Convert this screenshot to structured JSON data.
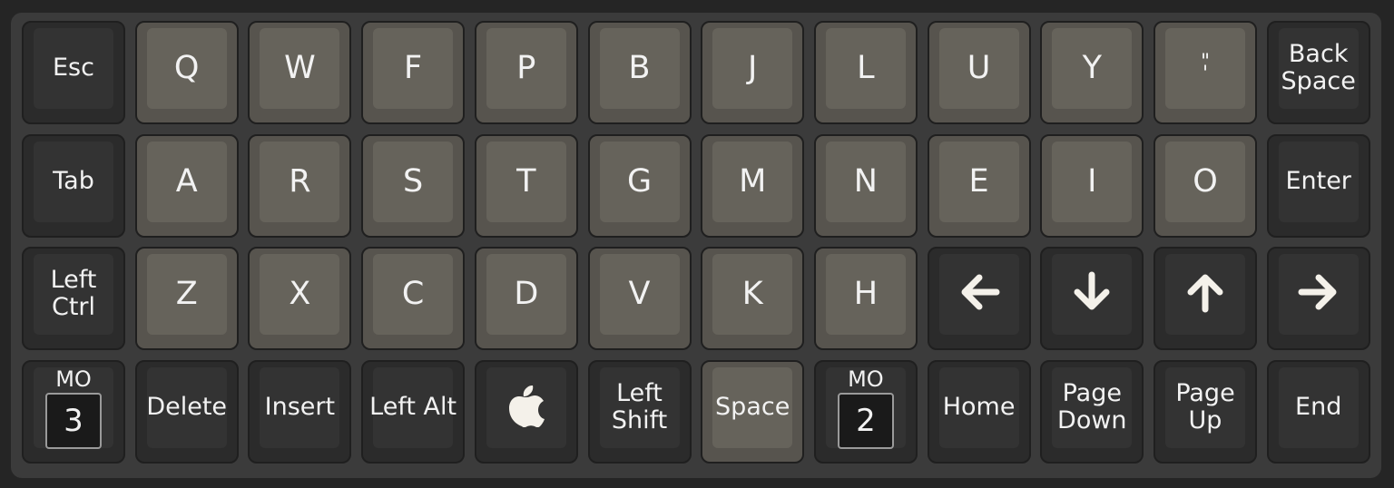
{
  "keyboard": {
    "rows": [
      [
        {
          "label": "Esc",
          "kind": "dark"
        },
        {
          "label": "Q",
          "kind": "alpha"
        },
        {
          "label": "W",
          "kind": "alpha"
        },
        {
          "label": "F",
          "kind": "alpha"
        },
        {
          "label": "P",
          "kind": "alpha"
        },
        {
          "label": "B",
          "kind": "alpha"
        },
        {
          "label": "J",
          "kind": "alpha"
        },
        {
          "label": "L",
          "kind": "alpha"
        },
        {
          "label": "U",
          "kind": "alpha"
        },
        {
          "label": "Y",
          "kind": "alpha"
        },
        {
          "label": "\"\n'",
          "kind": "quote"
        },
        {
          "label": "Back\nSpace",
          "kind": "dark"
        }
      ],
      [
        {
          "label": "Tab",
          "kind": "dark"
        },
        {
          "label": "A",
          "kind": "alpha"
        },
        {
          "label": "R",
          "kind": "alpha"
        },
        {
          "label": "S",
          "kind": "alpha"
        },
        {
          "label": "T",
          "kind": "alpha"
        },
        {
          "label": "G",
          "kind": "alpha"
        },
        {
          "label": "M",
          "kind": "alpha"
        },
        {
          "label": "N",
          "kind": "alpha"
        },
        {
          "label": "E",
          "kind": "alpha"
        },
        {
          "label": "I",
          "kind": "alpha"
        },
        {
          "label": "O",
          "kind": "alpha"
        },
        {
          "label": "Enter",
          "kind": "dark"
        }
      ],
      [
        {
          "label": "Left\nCtrl",
          "kind": "dark"
        },
        {
          "label": "Z",
          "kind": "alpha"
        },
        {
          "label": "X",
          "kind": "alpha"
        },
        {
          "label": "C",
          "kind": "alpha"
        },
        {
          "label": "D",
          "kind": "alpha"
        },
        {
          "label": "V",
          "kind": "alpha"
        },
        {
          "label": "K",
          "kind": "alpha"
        },
        {
          "label": "H",
          "kind": "alpha"
        },
        {
          "icon": "arrow-left-icon",
          "kind": "dark"
        },
        {
          "icon": "arrow-down-icon",
          "kind": "dark"
        },
        {
          "icon": "arrow-up-icon",
          "kind": "dark"
        },
        {
          "icon": "arrow-right-icon",
          "kind": "dark"
        }
      ],
      [
        {
          "mo": "MO",
          "num": "3",
          "kind": "dark"
        },
        {
          "label": "Delete",
          "kind": "dark"
        },
        {
          "label": "Insert",
          "kind": "dark"
        },
        {
          "label": "Left Alt",
          "kind": "dark"
        },
        {
          "icon": "apple-icon",
          "kind": "dark"
        },
        {
          "label": "Left\nShift",
          "kind": "dark"
        },
        {
          "label": "Space",
          "kind": "light"
        },
        {
          "mo": "MO",
          "num": "2",
          "kind": "dark"
        },
        {
          "label": "Home",
          "kind": "dark"
        },
        {
          "label": "Page\nDown",
          "kind": "dark"
        },
        {
          "label": "Page\nUp",
          "kind": "dark"
        },
        {
          "label": "End",
          "kind": "dark"
        }
      ]
    ]
  }
}
